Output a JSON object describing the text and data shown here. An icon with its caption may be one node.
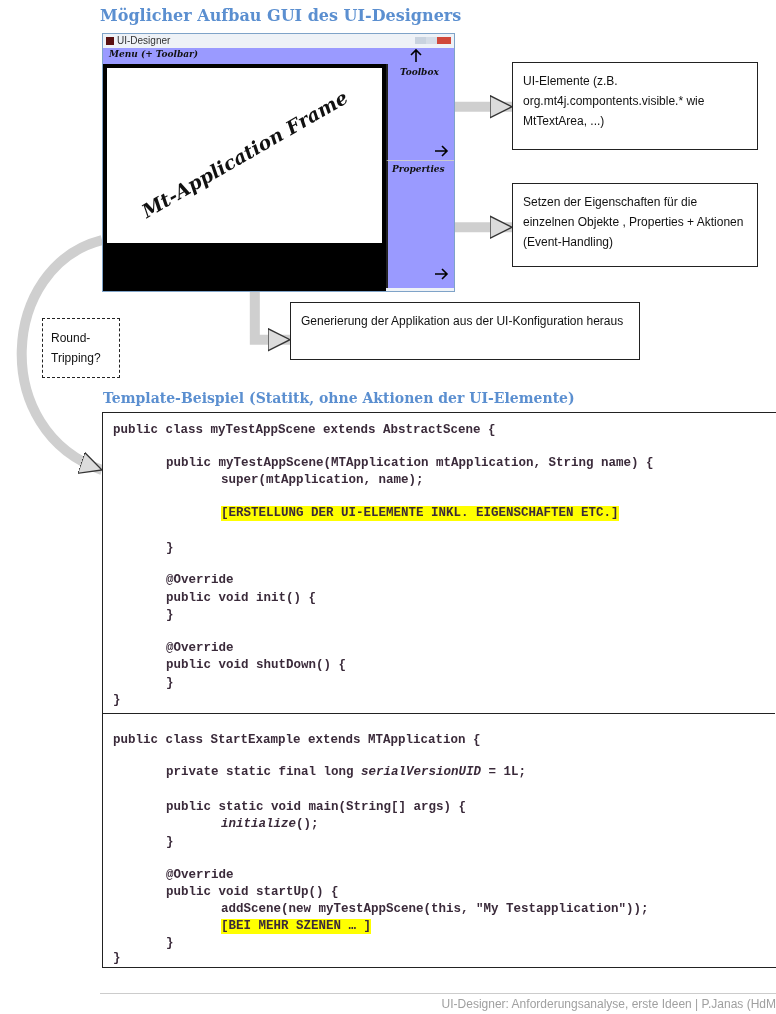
{
  "diagram": {
    "title": "Möglicher Aufbau GUI des UI-Designers",
    "nodes": [
      {
        "text": [
          "UI-Designer"
        ]
      },
      {
        "text": [
          "Menu (+ Toolbar)"
        ],
        "in": 0
      },
      {
        "text": [
          "Mt-Application Frame"
        ],
        "in": 0
      },
      {
        "text": [
          "Toolbox"
        ],
        "in": 0
      },
      {
        "text": [
          "Properties"
        ],
        "in": 0
      },
      {
        "text": [],
        "shape": "bar",
        "in": 0
      },
      {
        "text": [
          "UI-Elemente (z.B. org.mt4j.compontents.visible.* wie MtTextArea, ...)"
        ]
      },
      {
        "text": [
          "Setzen der Eigenschaften für die einzelnen Objekte , Properties + Aktionen (Event-Handling)"
        ]
      },
      {
        "text": [
          "Generierung der Applikation aus der UI-Konfiguration heraus"
        ]
      },
      {
        "text": [
          "Round-Tripping?"
        ]
      },
      {
        "text": [
          "Template-Beispiel (Statitk, ohne Aktionen der UI-Elemente)"
        ]
      },
      {
        "text": [
          "public class myTestAppScene extends AbstractScene {",
          "public myTestAppScene(MTApplication mtApplication, String name) {",
          "super(mtApplication, name);",
          "[ERSTELLUNG DER UI-ELEMENTE INKL. EIGENSCHAFTEN ETC.]",
          "}",
          "@Override",
          "public void init() {",
          "}",
          "@Override",
          "public void shutDown() {",
          "}",
          "}"
        ],
        "in": 10
      },
      {
        "text": [
          "public class StartExample extends MTApplication {",
          "private static final long *serialVersionUID* = 1L;",
          "public static void main(String[] args) {",
          "*initialize*();",
          "}",
          "@Override",
          "public void startUp() {",
          "addScene(new myTestAppScene(this, \"My Testapplication\"));",
          "[BEI MEHR SZENEN … ]",
          "}",
          "}"
        ],
        "in": 10
      }
    ],
    "edges": [
      {
        "from": 3,
        "to": 6,
        "arrow": "to"
      },
      {
        "from": 4,
        "to": 7,
        "arrow": "to"
      },
      {
        "from": 5,
        "to": 8,
        "arrow": "to"
      },
      {
        "from": 0,
        "to": 10,
        "arrow": "to"
      }
    ],
    "labels": [
      "UI-Designer: Anforderungsanalyse, erste Ideen | P.Janas (HdM"
    ]
  }
}
